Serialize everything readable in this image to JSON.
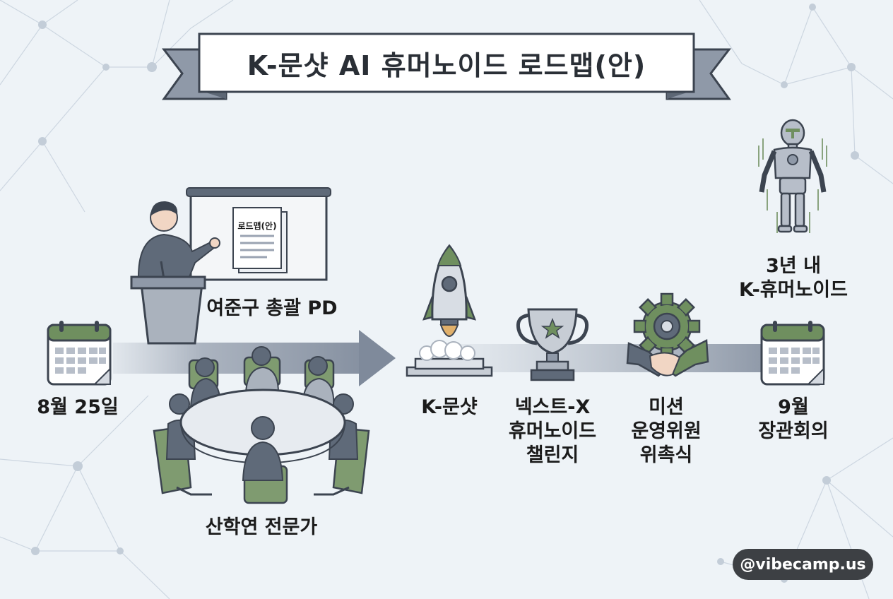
{
  "title": "K-문샷 AI 휴머노이드 로드맵(안)",
  "document_label": "로드맵(안)",
  "lead": "여준구 총괄 PD",
  "experts": "산학연 전문가",
  "milestones": [
    {
      "id": "start",
      "lines": [
        "8월 25일"
      ]
    },
    {
      "id": "moonshot",
      "lines": [
        "K-문샷"
      ]
    },
    {
      "id": "challenge",
      "lines": [
        "넥스트-X",
        "휴머노이드",
        "챌린지"
      ]
    },
    {
      "id": "committee",
      "lines": [
        "미션",
        "운영위원",
        "위촉식"
      ]
    },
    {
      "id": "meeting",
      "lines": [
        "9월",
        "장관회의"
      ]
    }
  ],
  "goal": [
    "3년 내",
    "K-휴머노이드"
  ],
  "watermark": "@vibecamp.us",
  "colors": {
    "accent_green": "#6f8f5f",
    "slate": "#5f6a79",
    "arrow": "#8e98a8",
    "background": "#eef3f7"
  },
  "icons": [
    "calendar-icon",
    "presenter-icon",
    "roundtable-icon",
    "rocket-icon",
    "trophy-icon",
    "gear-handshake-icon",
    "robot-icon"
  ]
}
